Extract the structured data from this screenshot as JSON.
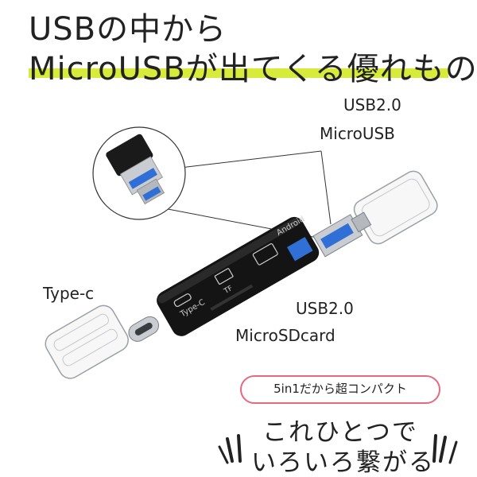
{
  "headline": {
    "line1": "USBの中から",
    "line2": "MicroUSBが出てくる優れもの"
  },
  "labels": {
    "usb_top": "USB2.0",
    "micro_usb": "MicroUSB",
    "type_c": "Type-c",
    "usb_mid": "USB2.0",
    "micro_sd": "MicroSDcard"
  },
  "device": {
    "brand": "Android",
    "port_label": "Type-C",
    "slot_label": "TF"
  },
  "badge": "5in1だから超コンパクト",
  "tagline": {
    "line1": "これひとつで",
    "line2": "いろいろ繋がる"
  },
  "colors": {
    "highlight": "#d7ec3a",
    "badge_border": "#e5697f",
    "usb_blue": "#2f6fd6"
  }
}
